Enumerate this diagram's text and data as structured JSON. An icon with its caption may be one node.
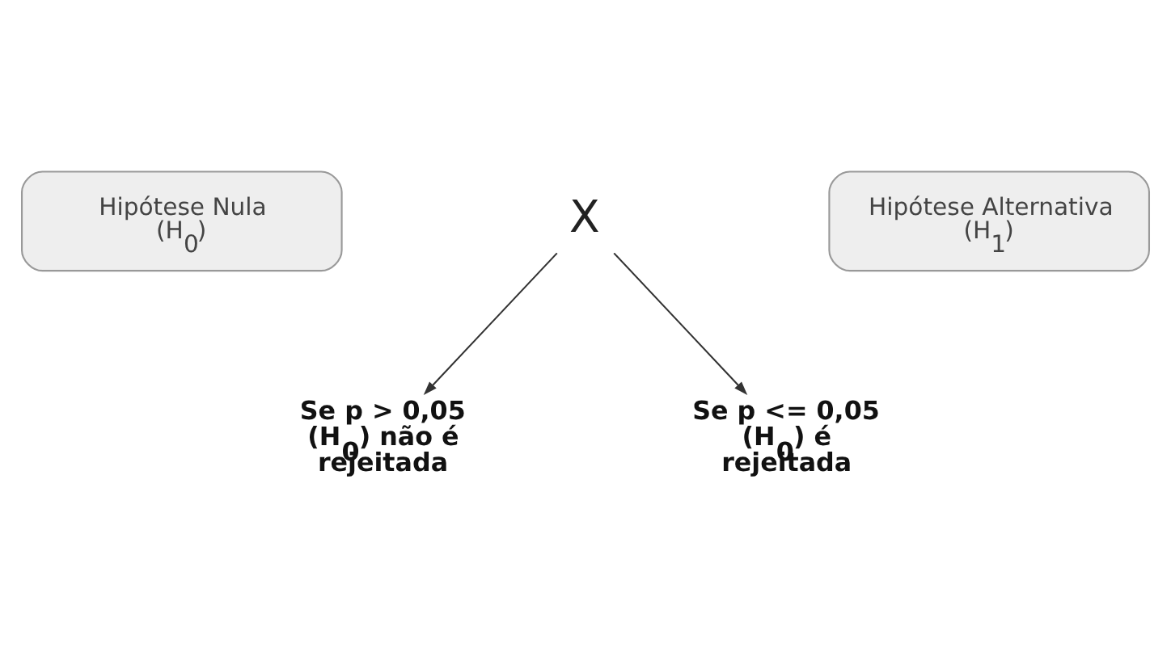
{
  "diagram": {
    "nodes": [
      {
        "text": [
          "Hipótese Nula (H$_{0}$)"
        ]
      },
      {
        "text": [
          "X"
        ]
      },
      {
        "text": [
          "Hipótese Alternativa (H$_{1}$)"
        ]
      },
      {
        "text": [
          "Se p > 0,05 (H$_{0}$) não é rejeitada"
        ]
      },
      {
        "text": [
          "Se p <= 0,05 (H$_{0}$) é rejeitada"
        ]
      }
    ],
    "edges": [
      {
        "from": 1,
        "to": 3,
        "arrow": "to"
      },
      {
        "from": 1,
        "to": 4,
        "arrow": "to"
      }
    ]
  }
}
